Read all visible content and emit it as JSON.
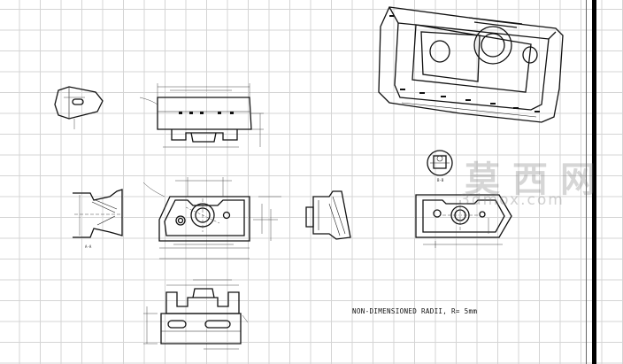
{
  "drawing": {
    "note": "NON-DIMENSIONED RADII,   R= 5mm",
    "section_label_aa": "A-A",
    "section_label_bb": "B-B"
  },
  "watermark": {
    "cn_text": "莫西网",
    "en_text": "3dmox.com"
  }
}
